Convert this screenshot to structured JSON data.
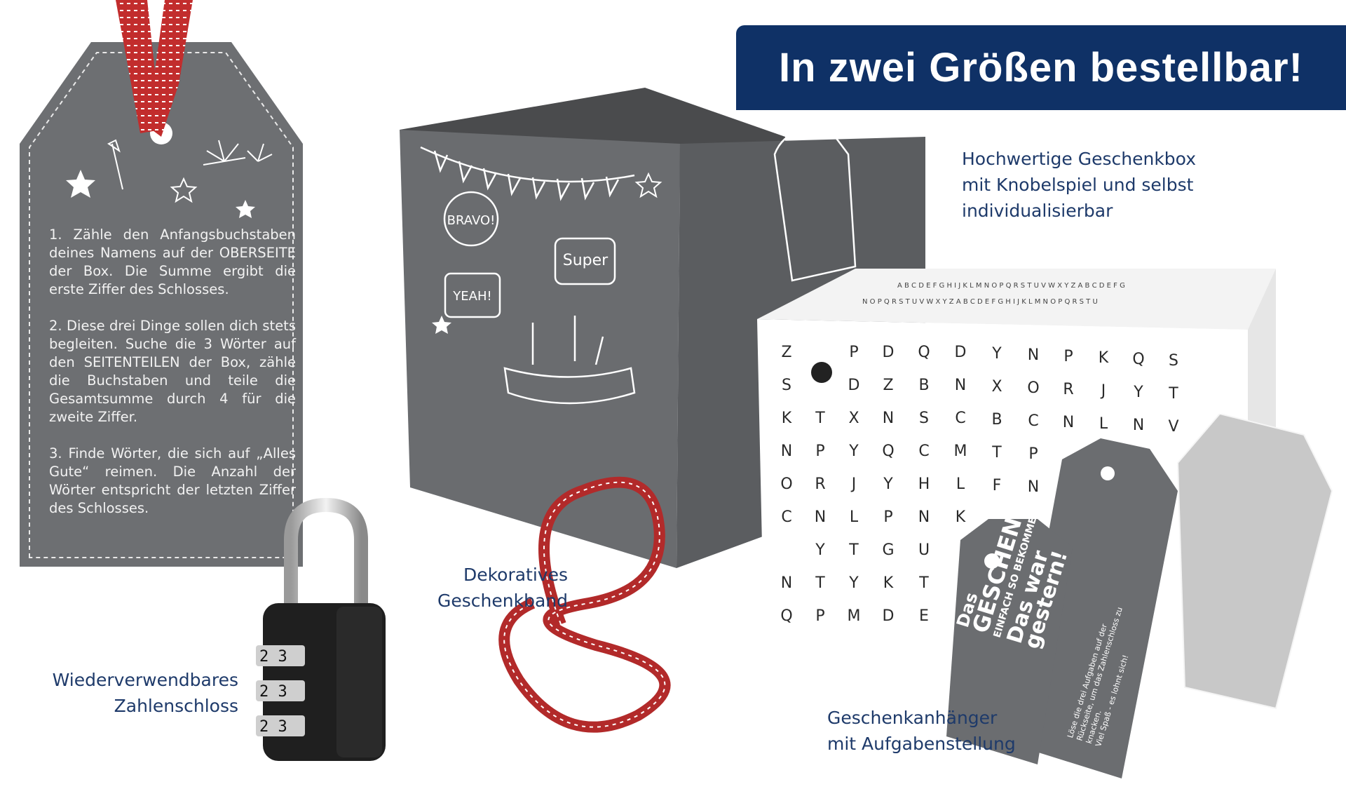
{
  "banner": {
    "text": "In zwei Größen bestellbar!"
  },
  "captions": {
    "box": [
      "Hochwertige Geschenkbox",
      "mit Knobelspiel und selbst",
      "individualisierbar"
    ],
    "ribbon": [
      "Dekoratives",
      "Geschenkband"
    ],
    "lock": [
      "Wiederverwendbares",
      "Zahlenschloss"
    ],
    "tags": [
      "Geschenkanhänger",
      "mit Aufgabenstellung"
    ]
  },
  "tag_instructions": {
    "step1": "1. Zähle den Anfangsbuchstaben deines Namens auf der OBERSEITE der Box. Die Summe ergibt die erste Ziffer des Schlosses.",
    "step2": "2. Diese drei Dinge sollen dich stets begleiten. Suche die 3 Wörter auf den SEITENTEILEN der Box, zähle die Buchstaben und teile die Gesamtsumme durch 4 für die zweite Ziffer.",
    "step3": "3. Finde Wörter, die sich auf „Alles Gute“ reimen. Die Anzahl der Wörter entspricht der letzten Ziffer des Schlosses."
  },
  "box_doodles": {
    "bravo": "BRAVO!",
    "super": "Super",
    "yeah": "YEAH!"
  },
  "lock_digits": [
    "2 3",
    "2 3",
    "2 3"
  ],
  "small_tags": {
    "das": "Das",
    "geschenk": "GESCHENK",
    "einfach": "EINFACH SO BEKOMMEN?",
    "das_war": "Das war",
    "gestern": "gestern!",
    "small_text": "Löse die drei Aufgaben auf der Rückseite, um das Zahlenschloss zu knacken.",
    "viel_spass": "Viel Spaß - es lohnt sich!"
  },
  "letter_grid": [
    [
      "Z",
      "",
      "P",
      "D",
      "Q",
      "D",
      "Y",
      "N",
      "P",
      "K",
      "Q",
      "S"
    ],
    [
      "S",
      "",
      "D",
      "Z",
      "B",
      "N",
      "X",
      "O",
      "R",
      "J",
      "Y",
      "T"
    ],
    [
      "K",
      "T",
      "X",
      "N",
      "S",
      "C",
      "B",
      "C",
      "N",
      "L",
      "N",
      "V"
    ],
    [
      "N",
      "P",
      "Y",
      "Q",
      "C",
      "M",
      "T",
      "P",
      "",
      "",
      "",
      ""
    ],
    [
      "O",
      "R",
      "J",
      "Y",
      "H",
      "L",
      "F",
      "N",
      "",
      "",
      "",
      ""
    ],
    [
      "C",
      "N",
      "L",
      "P",
      "N",
      "K",
      "",
      "",
      "",
      "",
      "",
      ""
    ],
    [
      "",
      "Y",
      "T",
      "G",
      "U",
      "",
      "",
      "",
      "",
      "",
      "",
      ""
    ],
    [
      "N",
      "T",
      "Y",
      "K",
      "T",
      "",
      "",
      "",
      "",
      "",
      "",
      ""
    ],
    [
      "Q",
      "P",
      "M",
      "D",
      "E",
      "",
      "",
      "",
      "",
      "",
      "",
      ""
    ]
  ],
  "colors": {
    "banner": "#0f3166",
    "caption": "#1e3a6a",
    "slate": "#6b6d70",
    "ribbon": "#b22a2a"
  }
}
